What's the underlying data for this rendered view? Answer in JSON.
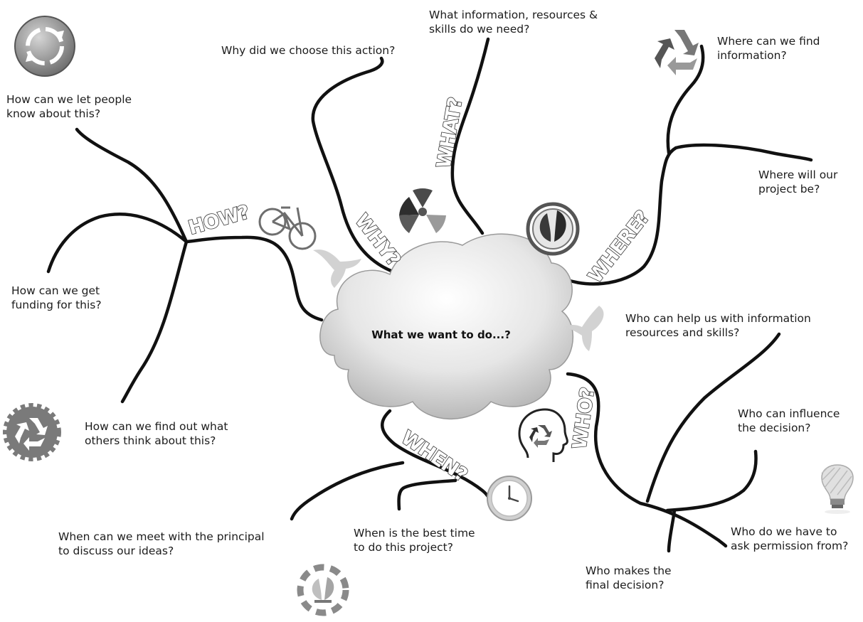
{
  "center": {
    "label": "What we want to do...?"
  },
  "branches": {
    "how": "HOW?",
    "why": "WHY?",
    "what": "WHAT?",
    "where": "WHERE?",
    "who": "WHO?",
    "when": "WHEN?"
  },
  "questions": {
    "how_let_people_know": [
      "How can we let people",
      "know about this?"
    ],
    "how_funding": [
      "How can we get",
      "funding for this?"
    ],
    "how_find_out": [
      "How can we find out what",
      "others think about this?"
    ],
    "why_choose": [
      "Why did we choose this action?"
    ],
    "what_info": [
      "What information, resources &",
      "skills do we need?"
    ],
    "where_find_info": [
      "Where can we find",
      "information?"
    ],
    "where_project": [
      "Where will our",
      "project be?"
    ],
    "who_help": [
      "Who can help us with information",
      "resources and skills?"
    ],
    "who_influence": [
      "Who can influence",
      "the decision?"
    ],
    "who_permission": [
      "Who do we have to",
      "ask permission from?"
    ],
    "who_final": [
      "Who makes the",
      "final decision?"
    ],
    "when_best_time": [
      "When is the best time",
      "to do this project?"
    ],
    "when_meet_principal": [
      "When can we meet with the principal",
      "to discuss our ideas?"
    ]
  },
  "icons": [
    "circular-arrows-icon",
    "recycle-icon",
    "radiation-icon",
    "leaf-icon",
    "bicycle-icon",
    "hummingbird-icon",
    "gear-recycle-icon",
    "head-recycle-icon",
    "clock-icon",
    "lightbulb-icon",
    "leaf-cycle-icon"
  ],
  "colors": {
    "line": "#111111",
    "text": "#1c1c1c",
    "cloud_fill": "#e4e4e4",
    "icon_gray": "#6d6d6d"
  }
}
